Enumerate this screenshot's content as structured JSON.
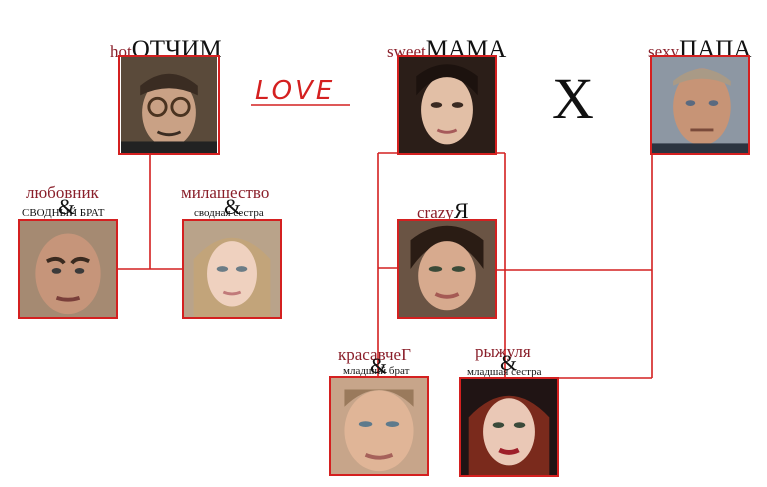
{
  "love_text": "LOVE",
  "x_mark": "X",
  "stepfather": {
    "prefix": "hot",
    "name": "ОТЧИМ"
  },
  "mother": {
    "prefix": "sweet",
    "name": "МАМА"
  },
  "father": {
    "prefix": "sexy",
    "name": "ПАПА"
  },
  "me": {
    "prefix": "crazy",
    "name": "Я"
  },
  "lover": {
    "label": "любовник",
    "amp": "&",
    "sub": "СВОДНЫЙ БРАТ"
  },
  "darling": {
    "label": "милашество",
    "amp": "&",
    "sub": "сводная сестра"
  },
  "handsome": {
    "label": "красавчеГ",
    "amp": "&",
    "sub": "младший брат"
  },
  "redhead": {
    "label": "рыжуля",
    "amp": "&",
    "sub": "младшая сестра"
  },
  "colors": {
    "line": "#d42020",
    "label": "#8a1f2a"
  }
}
